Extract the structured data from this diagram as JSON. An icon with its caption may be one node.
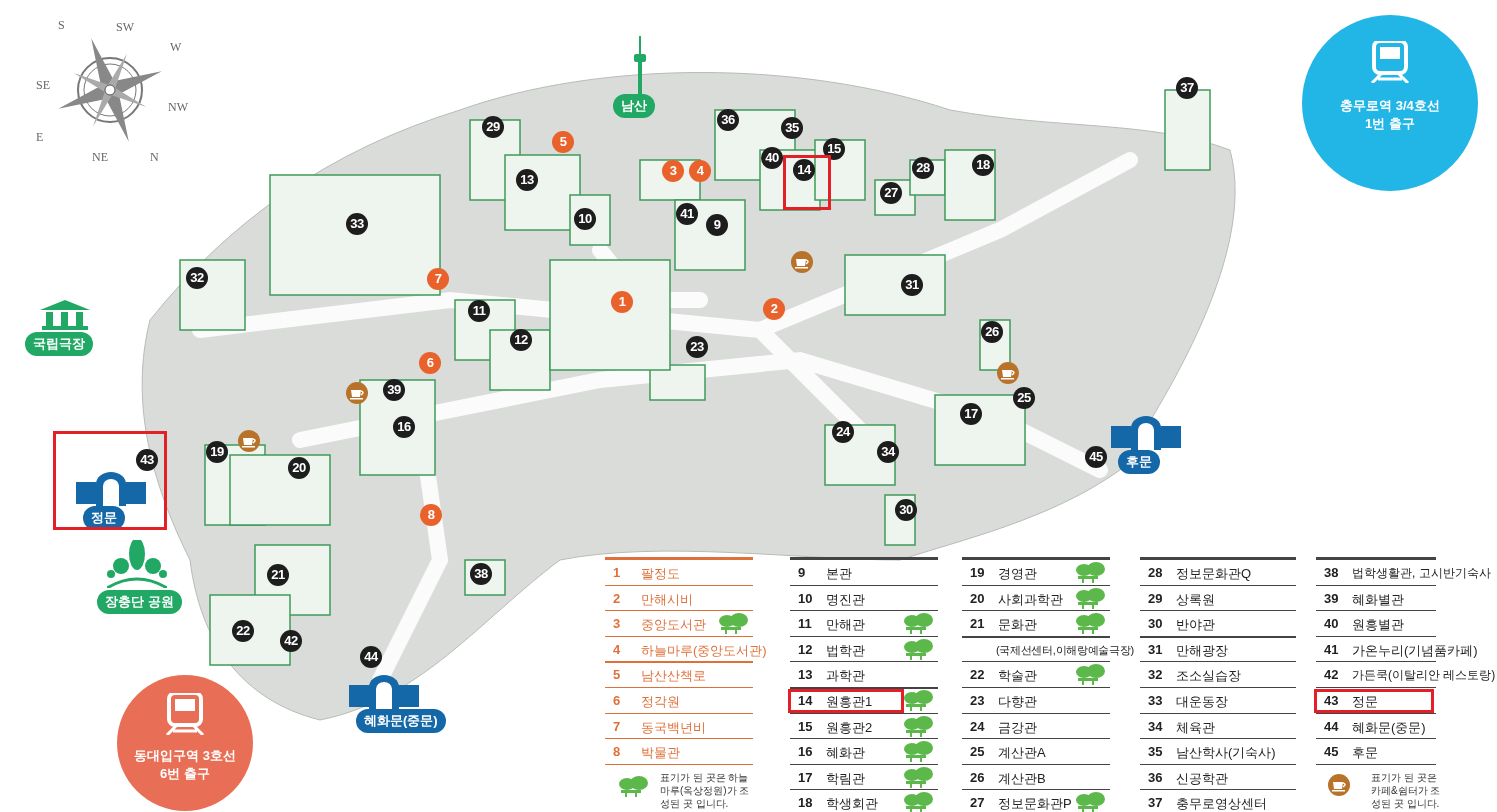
{
  "diagram": {
    "labels": [
      "S",
      "SW",
      "W",
      "SE",
      "NW",
      "E",
      "NE",
      "N",
      "남산",
      "충무로역 3/4호선 1번 출구",
      "국립극장",
      "정문",
      "후문",
      "장충단 공원",
      "혜화문(중문)",
      "동대입구역 3호선 6번 출구",
      "1",
      "2",
      "3",
      "4",
      "5",
      "6",
      "7",
      "8",
      "9",
      "10",
      "11",
      "12",
      "13",
      "14",
      "15",
      "16",
      "17",
      "18",
      "19",
      "20",
      "21",
      "22",
      "23",
      "24",
      "25",
      "26",
      "27",
      "28",
      "29",
      "30",
      "31",
      "32",
      "33",
      "34",
      "35",
      "36",
      "37",
      "38",
      "39",
      "40",
      "41",
      "42",
      "43",
      "44",
      "45",
      "1",
      "팔정도",
      "2",
      "만해시비",
      "3",
      "중앙도서관",
      "4",
      "하늘마루(중앙도서관)",
      "5",
      "남산산책로",
      "6",
      "정각원",
      "7",
      "동국백년비",
      "8",
      "박물관",
      "9",
      "본관",
      "10",
      "명진관",
      "11",
      "만해관",
      "12",
      "법학관",
      "13",
      "과학관",
      "14",
      "원흥관1",
      "15",
      "원흥관2",
      "16",
      "혜화관",
      "17",
      "학림관",
      "18",
      "학생회관",
      "19",
      "경영관",
      "20",
      "사회과학관",
      "21",
      "문화관",
      "(국제선센터,이해랑예술극장)",
      "22",
      "학술관",
      "23",
      "다향관",
      "24",
      "금강관",
      "25",
      "계산관A",
      "26",
      "계산관B",
      "27",
      "정보문화관P",
      "28",
      "정보문화관Q",
      "29",
      "상록원",
      "30",
      "반야관",
      "31",
      "만해광장",
      "32",
      "조소실습장",
      "33",
      "대운동장",
      "34",
      "체육관",
      "35",
      "남산학사(기숙사)",
      "36",
      "신공학관",
      "37",
      "충무로영상센터",
      "38",
      "법학생활관, 고시반기숙사",
      "39",
      "혜화별관",
      "40",
      "원흥별관",
      "41",
      "가온누리(기념품카페)",
      "42",
      "가든쿡(이탈리안 레스토랑)",
      "43",
      "정문",
      "44",
      "혜화문(중문)",
      "45",
      "후문"
    ],
    "legend": [
      {
        "text": "표기가 된 곳은 하늘마루(옥상정원)가 조성된 곳 입니다."
      },
      {
        "text": "표기가 된 곳은 카페&쉼터가 조성된 곳 입니다."
      }
    ]
  }
}
